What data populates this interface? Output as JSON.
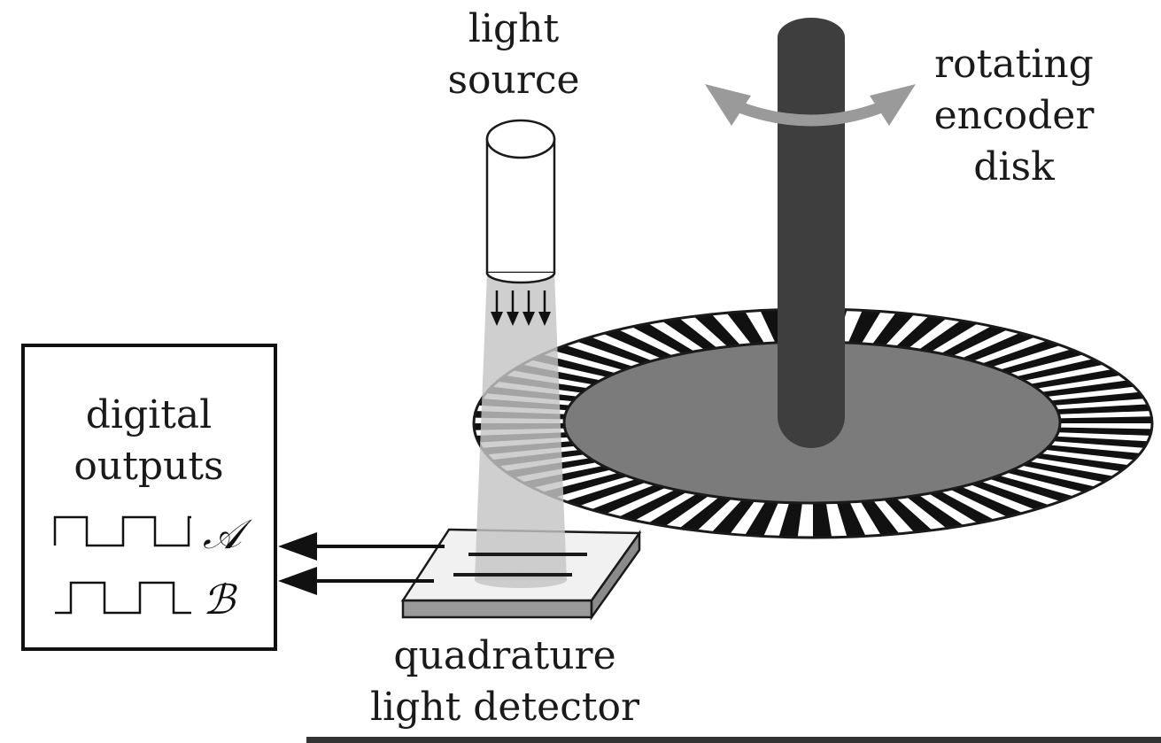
{
  "labels": {
    "light_source": [
      "light",
      "source"
    ],
    "encoder_disk": [
      "rotating",
      "encoder",
      "disk"
    ],
    "digital_outputs": [
      "digital",
      "outputs"
    ],
    "detector": [
      "quadrature",
      "light detector"
    ]
  },
  "signals": {
    "a": "𝒜",
    "b": "ℬ"
  },
  "colors": {
    "shaft": "#3e3e3e",
    "disk_inner": "#7b7b7b",
    "beam": "#c4c4c4",
    "rotation_arrow": "#9a9a9a",
    "outline": "#1a1a1a"
  },
  "icons": {
    "light_source": "cylinder-light-source",
    "shaft": "rotating-shaft",
    "disk": "encoder-disk",
    "detector": "quadrature-detector-chip",
    "output_arrow": "arrow-left"
  }
}
